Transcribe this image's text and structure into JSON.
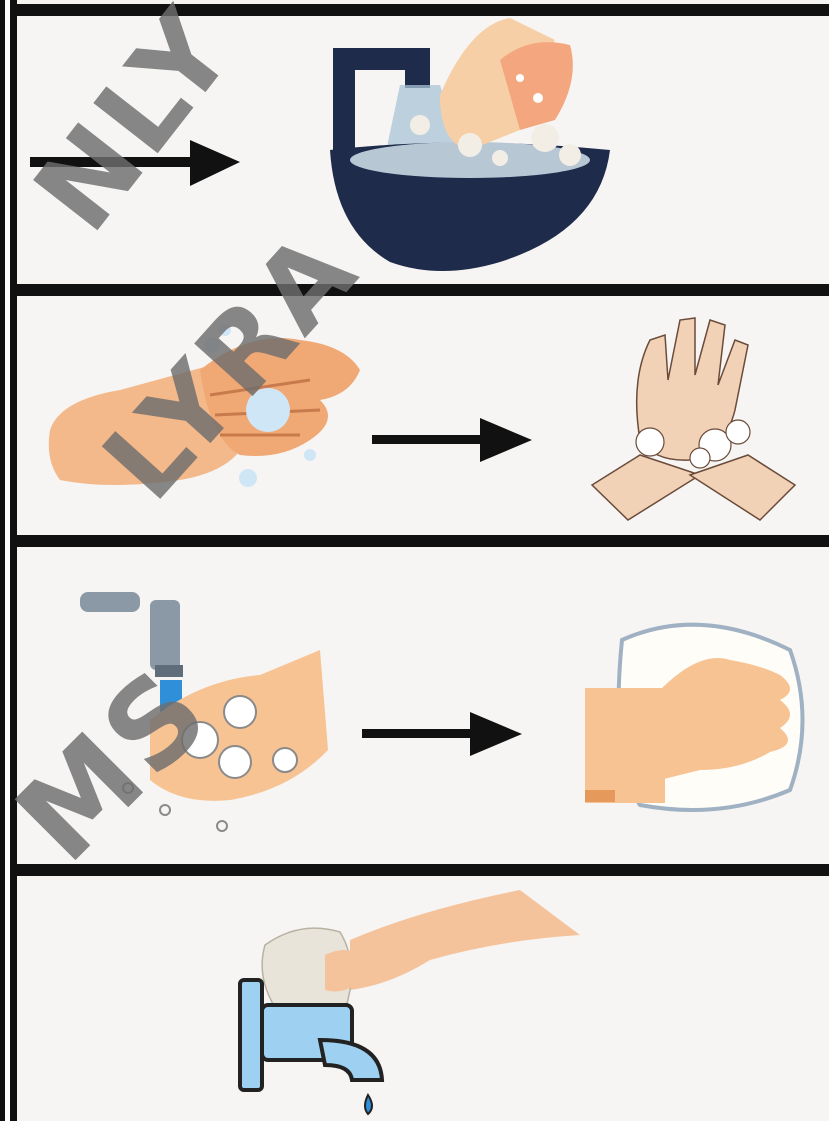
{
  "colors": {
    "background": "#f6f5f3",
    "border": "#111111",
    "navy": "#1f2b4a",
    "skin": "#f4b98a",
    "skin_dark": "#e89a66",
    "water": "#8fb8dc",
    "foam": "#ffffff",
    "watermark": "#6e6e6e"
  },
  "panels": [
    {
      "left_icon": "arrow-icon",
      "right_icon": "hands-in-basin-icon"
    },
    {
      "left_icon": "soapy-palms-icon",
      "middle_icon": "arrow-icon",
      "right_icon": "crossed-wrists-foam-icon"
    },
    {
      "left_icon": "hands-under-faucet-icon",
      "middle_icon": "arrow-icon",
      "right_icon": "hand-in-towel-icon"
    },
    {
      "center_icon": "hand-wiping-faucet-with-paper-icon"
    }
  ],
  "watermark": {
    "texts": [
      "NLY",
      "LYRA",
      "MS"
    ]
  }
}
